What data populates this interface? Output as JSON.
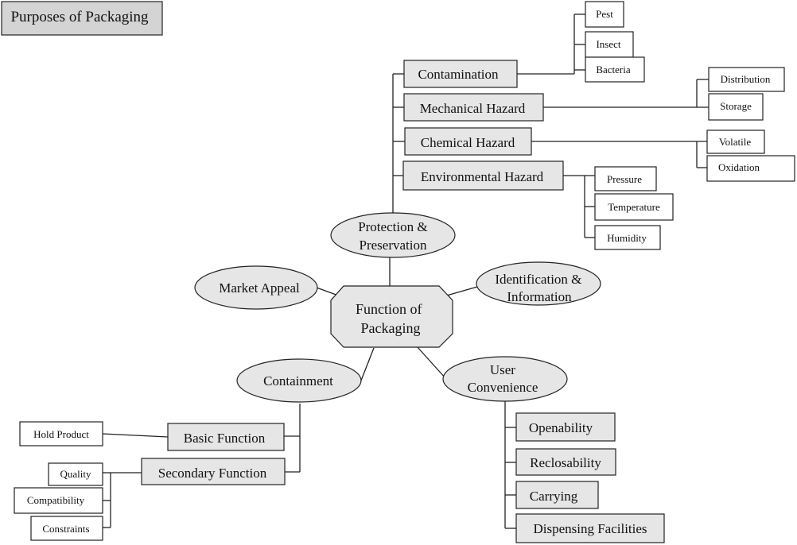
{
  "title": "Purposes of Packaging",
  "center": {
    "line1": "Function of",
    "line2": "Packaging"
  },
  "categories": {
    "protection": {
      "line1": "Protection &",
      "line2": "Preservation"
    },
    "market": {
      "label": "Market Appeal"
    },
    "identification": {
      "line1": "Identification &",
      "line2": "Information"
    },
    "containment": {
      "label": "Containment"
    },
    "convenience": {
      "line1": "User",
      "line2": "Convenience"
    }
  },
  "protection_items": {
    "contamination": "Contamination",
    "mechanical": "Mechanical Hazard",
    "chemical": "Chemical Hazard",
    "environmental": "Environmental Hazard"
  },
  "contamination_leaves": [
    "Pest",
    "Insect",
    "Bacteria"
  ],
  "mechanical_leaves": [
    "Distribution",
    "Storage"
  ],
  "chemical_leaves": [
    "Volatile",
    "Oxidation"
  ],
  "environmental_leaves": [
    "Pressure",
    "Temperature",
    "Humidity"
  ],
  "containment_items": {
    "basic": "Basic Function",
    "secondary": "Secondary Function"
  },
  "basic_leaves": [
    "Hold Product"
  ],
  "secondary_leaves": [
    "Quality",
    "Compatibility",
    "Constraints"
  ],
  "convenience_items": [
    "Openability",
    "Reclosability",
    "Carrying",
    "Dispensing Facilities"
  ]
}
